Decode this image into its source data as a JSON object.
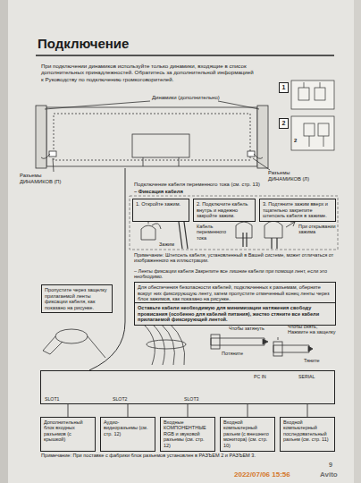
{
  "diagram": {
    "title": "Подключение",
    "nodes": [
      {
        "text": [
          "1"
        ]
      },
      {
        "text": [
          "2"
        ]
      },
      {
        "text": [
          "1. Откройте зажим."
        ]
      },
      {
        "text": [
          "2. Подключите кабель внутрь и надежно закройте зажим."
        ]
      },
      {
        "text": [
          "3. Подтяните зажим вверх и тщательно закрепите штепсель кабеля в зажиме."
        ]
      },
      {
        "text": [
          "Пропустите через защелку прилагаемой ленты фиксации кабеля, как показано на рисунке."
        ]
      },
      {
        "text": [
          "Для обеспечения безопасности кабелей, подключенных к разъемам, оберните вокруг них фиксирующую ленту, затем пропустите отмеченный конец ленты через блок зажимов, как показано на рисунке."
        ]
      },
      {
        "text": [
          "Оставьте кабели необходимую для минимизации натяжения свободу провисания (особенно для кабелей питания), жестко стяните все кабели прилагаемой фиксирующей лентой."
        ]
      },
      {
        "text": [
          "SLOT1",
          "SLOT2",
          "SLOT3",
          "PC IN",
          "SERIAL"
        ]
      },
      {
        "text": [
          "Дополнительный блок входных разъемов (с крышкой)"
        ]
      },
      {
        "text": [
          "Аудио-видеоразъемы (см. стр. 12)"
        ]
      },
      {
        "text": [
          "Входные КОМПОНЕНТНЫЕ RGB и звуковой разъемы (см. стр. 12)"
        ]
      },
      {
        "text": [
          "Входной компьютерный разъем (с внешнего монитора) (см. стр. 10)"
        ]
      },
      {
        "text": [
          "Входной компьютерный последовательный разъем (см. стр. 11)"
        ]
      }
    ],
    "edges": [
      {
        "from": 9,
        "to": 8,
        "arrow": "none"
      },
      {
        "from": 10,
        "to": 8,
        "arrow": "none"
      },
      {
        "from": 11,
        "to": 8,
        "arrow": "none"
      },
      {
        "from": 12,
        "to": 8,
        "arrow": "none"
      },
      {
        "from": 13,
        "to": 8,
        "arrow": "none"
      }
    ],
    "labels": [
      "При подключении динамиков используйте только динамики, входящие в список дополнительных принадлежностей. Обратитесь за дополнительной информацией к Руководству по подключению громкоговорителей.",
      "Динамики (дополнительно)",
      "Разъемы ДИНАМИКОВ (П)",
      "Разъемы ДИНАМИКОВ (Л)",
      "2",
      "Подключение кабеля переменного тока (см. стр. 13)",
      "– Фиксация кабеля",
      "Кабель переменного тока",
      "Зажим",
      "При открывании зажима",
      "Примечание: Штепсель кабеля, установленный в Вашей системе, может отличаться от изображенного на иллюстрации.",
      "– Ленты фиксации кабеля Закрепите все лишние кабели при помощи лент, если это необходимо.",
      "Чтобы затянуть",
      "Потяните",
      "Чтобы снять, Нажмите на защелку",
      "Тяните",
      "Примечание: При поставке с фабрики блок разъемов установлен в РАЗЪЕМ 2 и РАЗЪЕМ 3.",
      "9",
      "2022/07/06 15:56",
      "Avito"
    ]
  }
}
